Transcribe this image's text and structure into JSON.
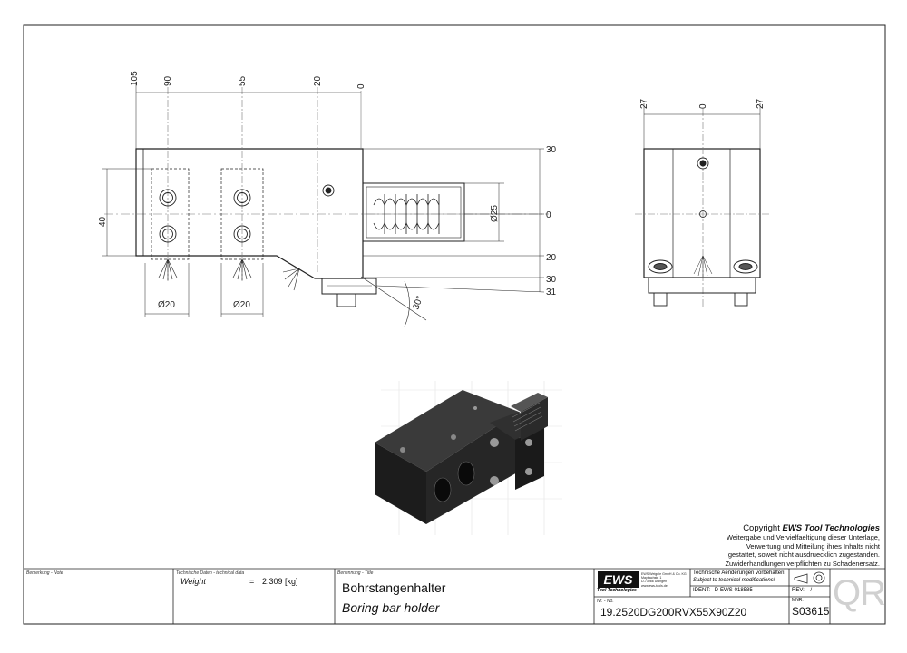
{
  "drawing": {
    "top_dims": [
      "105",
      "90",
      "55",
      "20",
      "0"
    ],
    "right_dims": [
      "30",
      "0",
      "20",
      "30",
      "31"
    ],
    "left_dim": "40",
    "bore_dia": "Ø25",
    "hole_dia_left": "Ø20",
    "hole_dia_right": "Ø20",
    "angle": "30°",
    "side_view_dims": [
      "27",
      "0",
      "27"
    ]
  },
  "copyright": {
    "prefix": "Copyright ",
    "brand": "EWS Tool Technologies",
    "lines": [
      "Weitergabe und Vervielfaeltigung dieser Unterlage,",
      "Verwertung und Mitteilung ihres Inhalts nicht",
      "gestattet, soweit nicht ausdruecklich zugestanden.",
      "Zuwiderhandlungen verpflichten zu Schadenersatz."
    ]
  },
  "title_block": {
    "remark_label": "Bemerkung - Note",
    "techdata_label": "Technische Daten - technical data",
    "weight_label": "Weight",
    "weight_eq": "=",
    "weight_value": "2.309 [kg]",
    "title_label": "Benennung - Title",
    "title_de": "Bohrstangenhalter",
    "title_en": "Boring bar holder",
    "logo": "EWS",
    "logo_sub": "Tool Technologies",
    "company_lines": [
      "EWS Weigele GmbH & Co. KG",
      "Maybachstr. 1",
      "D-73066 Uhingen",
      "www.ews-tools.de"
    ],
    "notice_de": "Technische Aenderungen vorbehalten!",
    "notice_en": "Subject to technical modifications!",
    "ident_label": "IDENT:",
    "ident_value": "D-EWS-018585",
    "rev_label": "REV:",
    "rev_value": "-/-",
    "nr_label": "Nr. - No.",
    "part_number": "19.2520DG200RVX55X90Z20",
    "mnr_label": "MNR:",
    "mnr_value": "S03615",
    "qr_label": "QR"
  }
}
